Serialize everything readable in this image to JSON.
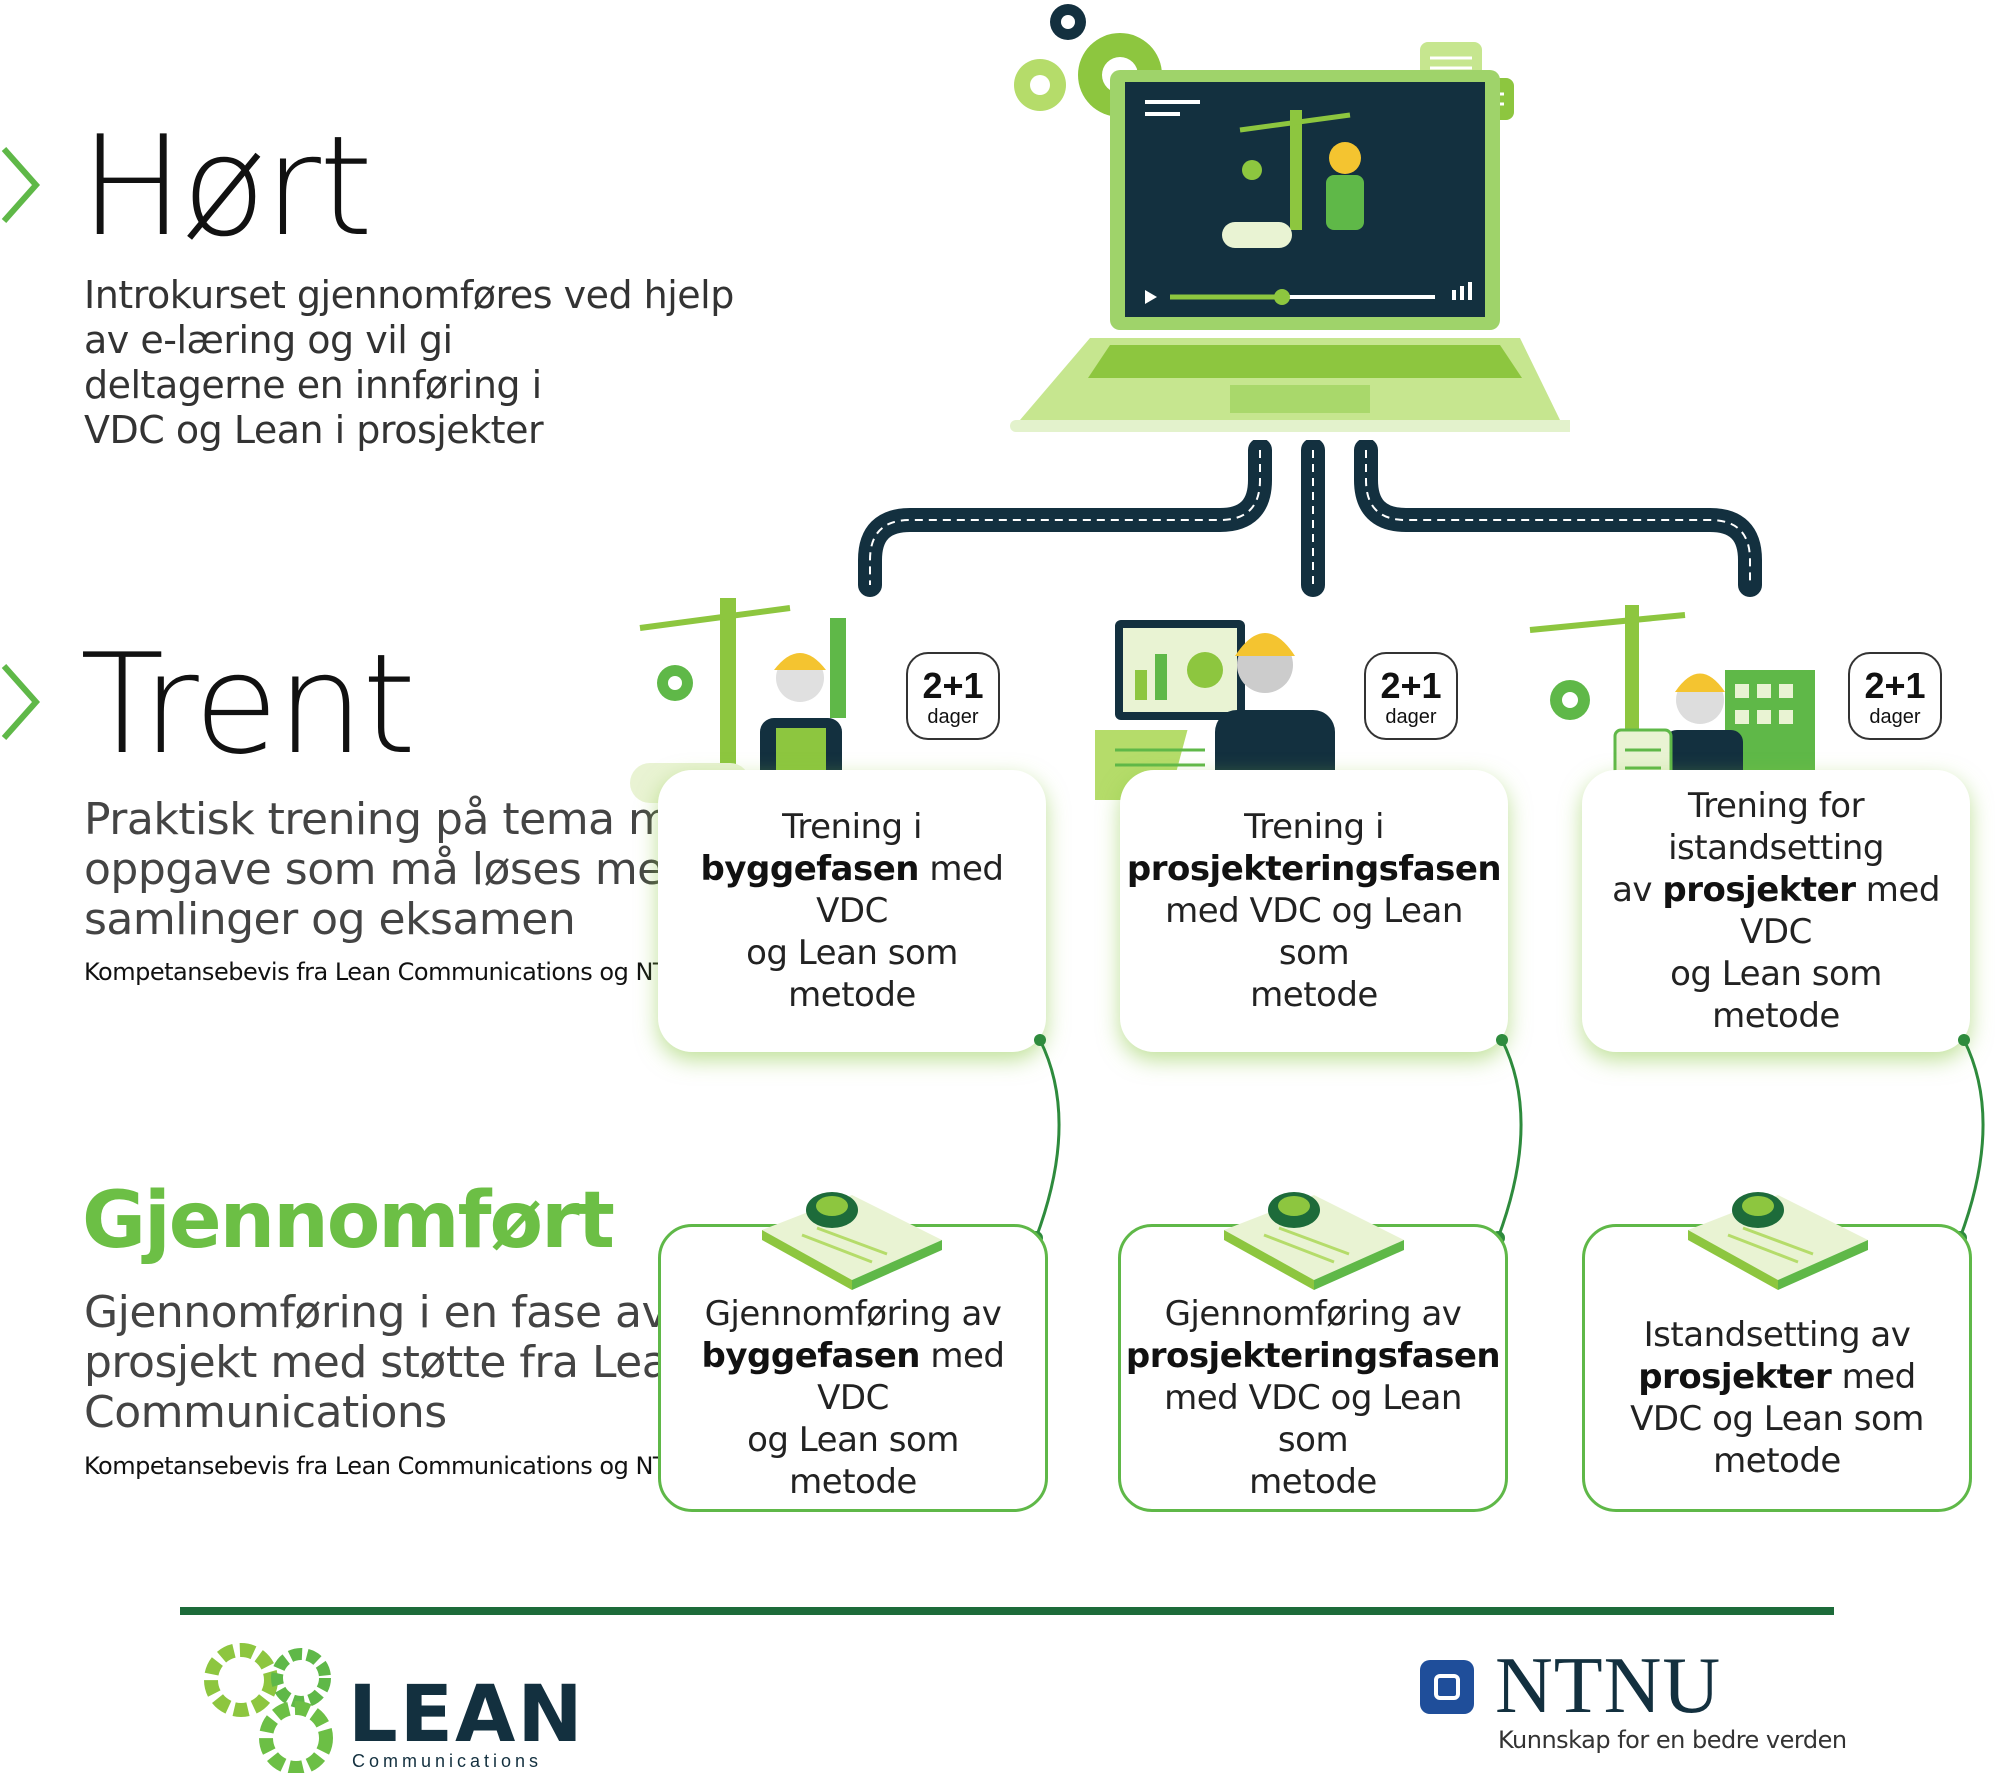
{
  "sections": {
    "hort": {
      "title": "Hørt",
      "desc": [
        "Introkurset gjennomføres ved hjelp",
        "av e-læring og vil gi",
        "deltagerne en innføring i",
        "VDC og Lean i prosjekter"
      ]
    },
    "trent": {
      "title": "Trent",
      "desc": [
        "Praktisk trening på tema med",
        "oppgave som må løses mellom",
        "samlinger og eksamen"
      ],
      "note": "Kompetansebevis fra Lean Communications og NTNU"
    },
    "gjennomfort": {
      "title": "Gjennomført",
      "desc": [
        "Gjennomføring i en fase av et",
        "prosjekt med støtte fra Lean",
        "Communications"
      ],
      "note": "Kompetansebevis fra Lean Communications og NTNU"
    }
  },
  "badges": [
    {
      "num": "2+1",
      "unit": "dager"
    },
    {
      "num": "2+1",
      "unit": "dager"
    },
    {
      "num": "2+1",
      "unit": "dager"
    }
  ],
  "training_cards": [
    {
      "pre": "Trening i",
      "bold": "byggefasen",
      "post1": " med VDC",
      "post2": "og Lean som metode",
      "post3": ""
    },
    {
      "pre": "Trening i",
      "bold": "prosjekteringsfasen",
      "post1": "",
      "post2": "med VDC og Lean som",
      "post3": "metode"
    },
    {
      "pre": "Trening for istandsetting",
      "pre2": "av ",
      "bold": "prosjekter",
      "post1": " med VDC",
      "post2": "og Lean som metode",
      "post3": ""
    }
  ],
  "completion_cards": [
    {
      "pre": "Gjennomføring av",
      "bold": "byggefasen",
      "post1": " med VDC",
      "post2": "og Lean som metode",
      "post3": ""
    },
    {
      "pre": "Gjennomføring av",
      "bold": "prosjekteringsfasen",
      "post1": "",
      "post2": "med VDC og Lean som",
      "post3": "metode"
    },
    {
      "pre": "Istandsetting av",
      "bold": "prosjekter",
      "post1": " med",
      "post2": "VDC og Lean som metode",
      "post3": ""
    }
  ],
  "footer": {
    "lean_word": "LEAN",
    "lean_sub": "Communications",
    "ntnu_word": "NTNU",
    "ntnu_tagline": "Kunnskap for en bedre verden"
  },
  "colors": {
    "green_light": "#8dc63f",
    "green_mid": "#5fb848",
    "green_dark": "#1d6b3a",
    "navy": "#13303f"
  }
}
